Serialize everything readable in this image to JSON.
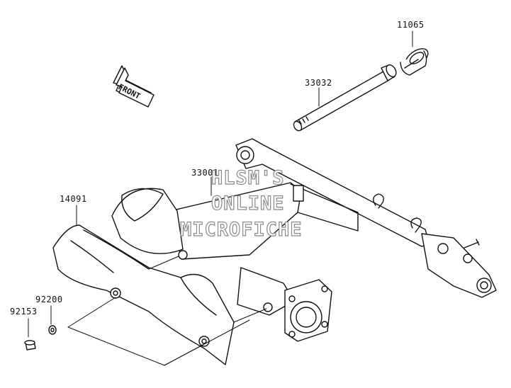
{
  "parts": {
    "p11065": "11065",
    "p33032": "33032",
    "p33001": "33001",
    "p14091": "14091",
    "p92200": "92200",
    "p92153": "92153"
  },
  "front_arrow": {
    "label": "FRONT",
    "icon": "front-arrow-icon"
  },
  "watermark": {
    "line1": "HLSM'S",
    "line2": "ONLINE",
    "line3": "MICROFICHE"
  },
  "colors": {
    "line": "#111111",
    "watermark_stroke": "#8a8a8a",
    "background": "#ffffff"
  }
}
